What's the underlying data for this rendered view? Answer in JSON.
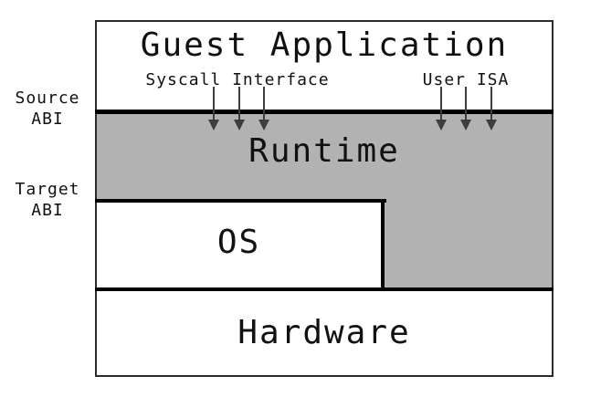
{
  "colors": {
    "background": "#ffffff",
    "box_fill": "#ffffff",
    "runtime_fill": "#b2b2b2",
    "thick_line": "#000000",
    "border": "#2b2b2b",
    "arrow": "#3d3d3d",
    "text": "#111111"
  },
  "diagram": {
    "layers": {
      "guest_application": {
        "label": "Guest Application"
      },
      "runtime": {
        "label": "Runtime"
      },
      "os": {
        "label": "OS"
      },
      "hardware": {
        "label": "Hardware"
      }
    },
    "interface_labels": {
      "syscall": "Syscall Interface",
      "user_isa": "User ISA"
    },
    "abi_labels": {
      "source": "Source\nABI",
      "target": "Target\nABI"
    },
    "icons": {
      "arrow": "down-arrow"
    }
  }
}
